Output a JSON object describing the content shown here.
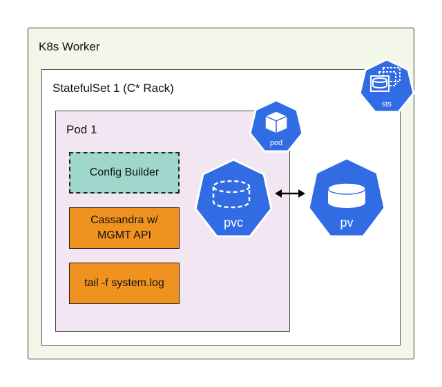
{
  "diagram": {
    "worker": {
      "label": "K8s Worker"
    },
    "statefulset": {
      "label": "StatefulSet 1 (C* Rack)"
    },
    "pod": {
      "label": "Pod 1"
    },
    "containers": [
      {
        "label": "Config Builder",
        "style": "dashed",
        "color": "#9fd7cc"
      },
      {
        "label": "Cassandra w/\nMGMT API",
        "style": "solid",
        "color": "#f0921f"
      },
      {
        "label": "tail -f system.log",
        "style": "solid",
        "color": "#f0921f"
      }
    ],
    "icons": {
      "sts": {
        "label": "sts",
        "icon": "sts-icon"
      },
      "pod": {
        "label": "pod",
        "icon": "pod-icon"
      },
      "pvc": {
        "label": "pvc",
        "icon": "pvc-icon"
      },
      "pv": {
        "label": "pv",
        "icon": "pv-icon"
      }
    },
    "connection": {
      "from": "pvc",
      "to": "pv",
      "direction": "bidirectional"
    },
    "colors": {
      "k8s_blue": "#326ce5",
      "orange": "#f0921f",
      "teal": "#9fd7cc",
      "pod_bg": "#f3e6f3",
      "worker_bg": "#f2f7ea"
    }
  }
}
